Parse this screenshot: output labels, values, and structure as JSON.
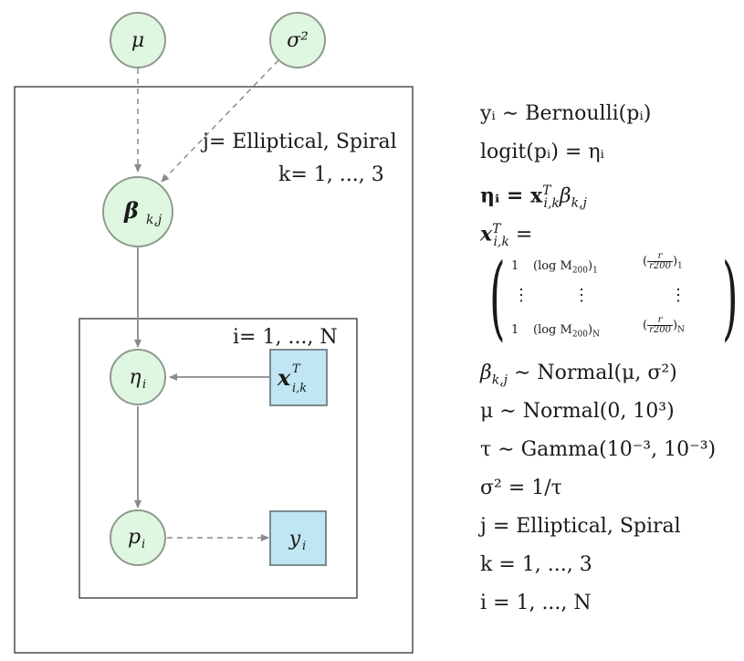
{
  "nodes": {
    "mu": "μ",
    "sigma2": "σ²",
    "beta": "β",
    "beta_sub": "k,j",
    "eta": "η",
    "eta_sub": "i",
    "x": "x",
    "x_sup": "T",
    "x_sub": "i,k",
    "p": "p",
    "p_sub": "i",
    "y": "y",
    "y_sub": "i"
  },
  "plates": {
    "outer_label_j": "j= Elliptical, Spiral",
    "outer_label_k": "k= 1, ..., 3",
    "inner_label_i": "i= 1, ..., N"
  },
  "colors": {
    "latent_fill": "#dff7e0",
    "latent_stroke": "#8e9a8e",
    "observed_fill": "#bfe6f2",
    "observed_stroke": "#7d8a90",
    "edge": "#8a8a8a",
    "plate": "#333333"
  },
  "equations": {
    "eq1": "yᵢ ∼ Bernoulli(pᵢ)",
    "eq2": "logit(pᵢ) = ηᵢ",
    "eq3": "ηᵢ = x",
    "eq3_sup": "T",
    "eq3_sub": "i,k",
    "eq3_tail": "β",
    "eq3_tail_sub": "k,j",
    "eq4": "x",
    "eq4_sup": "T",
    "eq4_sub": "i,k",
    "eq4_tail": " =",
    "matrix_r1_c1": "1",
    "matrix_r1_c2": "(log M",
    "matrix_r1_c2_sub": "200",
    "matrix_r1_c2_close": ")",
    "matrix_r1_c2_idx": "1",
    "matrix_r1_c3_num": "r",
    "matrix_r1_c3_den": "r200",
    "matrix_r1_c3_idx": "1",
    "matrix_r3_c1": "1",
    "matrix_r3_c2": "(log M",
    "matrix_r3_c2_sub": "200",
    "matrix_r3_c2_close": ")",
    "matrix_r3_c2_idx": "N",
    "matrix_r3_c3_num": "r",
    "matrix_r3_c3_den": "r200",
    "matrix_r3_c3_idx": "N",
    "eq5": "β",
    "eq5_sub": "k,j",
    "eq5_tail": " ∼ Normal(μ, σ²)",
    "eq6": "μ ∼ Normal(0, 10³)",
    "eq7": "τ ∼ Gamma(10⁻³, 10⁻³)",
    "eq8": "σ² = 1/τ",
    "eq9": "j = Elliptical, Spiral",
    "eq10": "k = 1, ..., 3",
    "eq11": "i = 1, ..., N"
  }
}
